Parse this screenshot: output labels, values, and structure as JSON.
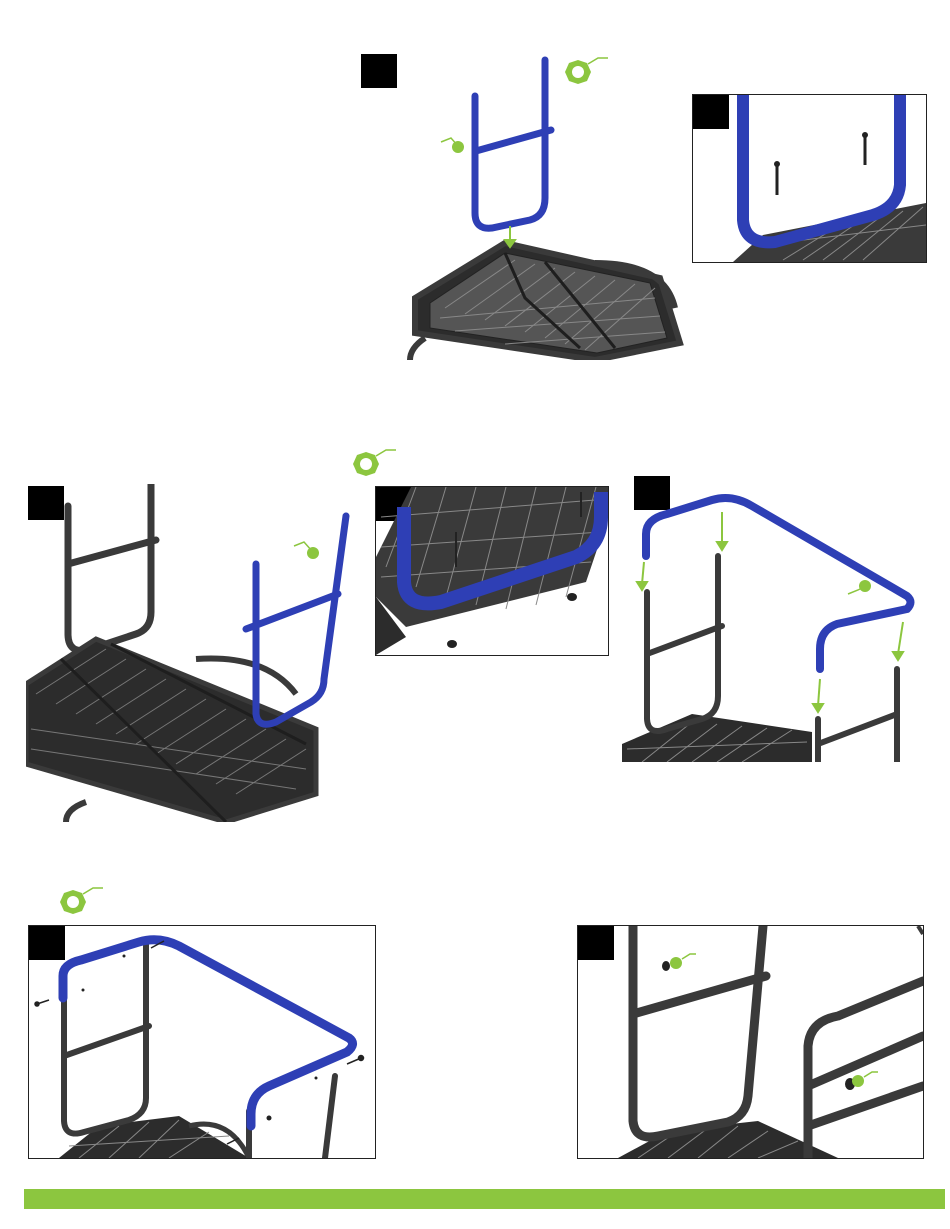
{
  "colors": {
    "accent_green": "#8cc63f",
    "part_blue": "#2e3fb5",
    "frame_dark": "#3a3a3a",
    "footer_bar": "#8cc63f"
  },
  "steps": [
    {
      "id": "step-a",
      "number_label": "",
      "callouts": [
        "nut-icon",
        "part-dot-icon"
      ],
      "arrow_direction": "down"
    },
    {
      "id": "detail-a",
      "number_label": "",
      "callouts": []
    },
    {
      "id": "step-b",
      "number_label": "",
      "callouts": [
        "nut-icon",
        "part-dot-icon"
      ]
    },
    {
      "id": "detail-b",
      "number_label": "",
      "callouts": []
    },
    {
      "id": "step-c",
      "number_label": "",
      "callouts": [
        "part-dot-icon"
      ],
      "arrow_direction": "down"
    },
    {
      "id": "step-d",
      "number_label": "",
      "callouts": [
        "nut-icon"
      ]
    },
    {
      "id": "step-e",
      "number_label": "",
      "callouts": [
        "part-dot-icon",
        "part-dot-icon"
      ]
    }
  ]
}
